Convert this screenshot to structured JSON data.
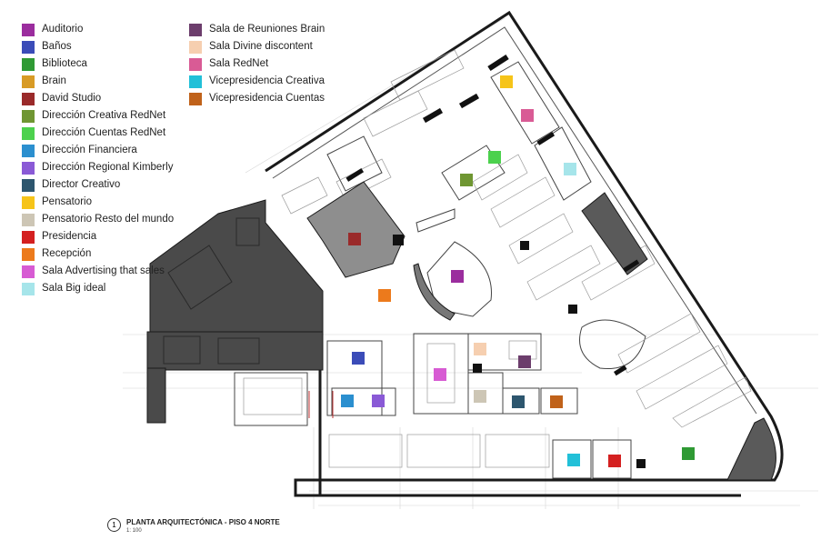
{
  "legend": [
    {
      "label": "Auditorio",
      "color": "#9b2d9e"
    },
    {
      "label": "Baños",
      "color": "#3b4cb8"
    },
    {
      "label": "Biblioteca",
      "color": "#2f9a34"
    },
    {
      "label": "Brain",
      "color": "#d89b25"
    },
    {
      "label": "David Studio",
      "color": "#9a2a2a"
    },
    {
      "label": "Dirección Creativa RedNet",
      "color": "#6f9632"
    },
    {
      "label": "Dirección Cuentas RedNet",
      "color": "#4cd14d"
    },
    {
      "label": "Dirección Financiera",
      "color": "#2b8fcf"
    },
    {
      "label": "Dirección Regional Kimberly",
      "color": "#8a5ad6"
    },
    {
      "label": "Director Creativo",
      "color": "#2d566e"
    },
    {
      "label": "Pensatorio",
      "color": "#f6c419"
    },
    {
      "label": "Pensatorio Resto del mundo",
      "color": "#cdc6b5"
    },
    {
      "label": "Presidencia",
      "color": "#d42020"
    },
    {
      "label": "Recepción",
      "color": "#ec7a1c"
    },
    {
      "label": "Sala Advertising that sales",
      "color": "#d75bd3"
    },
    {
      "label": "Sala Big ideal",
      "color": "#a6e5ea"
    },
    {
      "label": "Sala de Reuniones Brain",
      "color": "#6c3d6c"
    },
    {
      "label": "Sala Divine discontent",
      "color": "#f6cfb0"
    },
    {
      "label": "Sala RedNet",
      "color": "#d95b95"
    },
    {
      "label": "Vicepresidencia Creativa",
      "color": "#22c0d8"
    },
    {
      "label": "Vicepresidencia Cuentas",
      "color": "#c0621a"
    }
  ],
  "markers": [
    {
      "room": "Auditorio",
      "color": "#9b2d9e"
    },
    {
      "room": "Baños",
      "color": "#3b4cb8"
    },
    {
      "room": "Biblioteca",
      "color": "#2f9a34"
    },
    {
      "room": "David Studio",
      "color": "#9a2a2a"
    },
    {
      "room": "Dirección Creativa RedNet",
      "color": "#6f9632"
    },
    {
      "room": "Dirección Cuentas RedNet",
      "color": "#4cd14d"
    },
    {
      "room": "Dirección Financiera",
      "color": "#2b8fcf"
    },
    {
      "room": "Dirección Regional Kimberly",
      "color": "#8a5ad6"
    },
    {
      "room": "Director Creativo",
      "color": "#2d566e"
    },
    {
      "room": "Pensatorio",
      "color": "#f6c419"
    },
    {
      "room": "Pensatorio Resto del mundo",
      "color": "#cdc6b5"
    },
    {
      "room": "Presidencia",
      "color": "#d42020"
    },
    {
      "room": "Recepción",
      "color": "#ec7a1c"
    },
    {
      "room": "Sala Advertising that sales",
      "color": "#d75bd3"
    },
    {
      "room": "Sala Big ideal",
      "color": "#a6e5ea"
    },
    {
      "room": "Sala de Reuniones Brain",
      "color": "#6c3d6c"
    },
    {
      "room": "Sala Divine discontent",
      "color": "#f6cfb0"
    },
    {
      "room": "Sala RedNet",
      "color": "#d95b95"
    },
    {
      "room": "Vicepresidencia Creativa",
      "color": "#22c0d8"
    },
    {
      "room": "Vicepresidencia Cuentas",
      "color": "#c0621a"
    }
  ],
  "caption": {
    "number": "1",
    "title": "PLANTA ARQUITECTÓNICA - PISO 4 NORTE",
    "scale": "1: 100"
  }
}
